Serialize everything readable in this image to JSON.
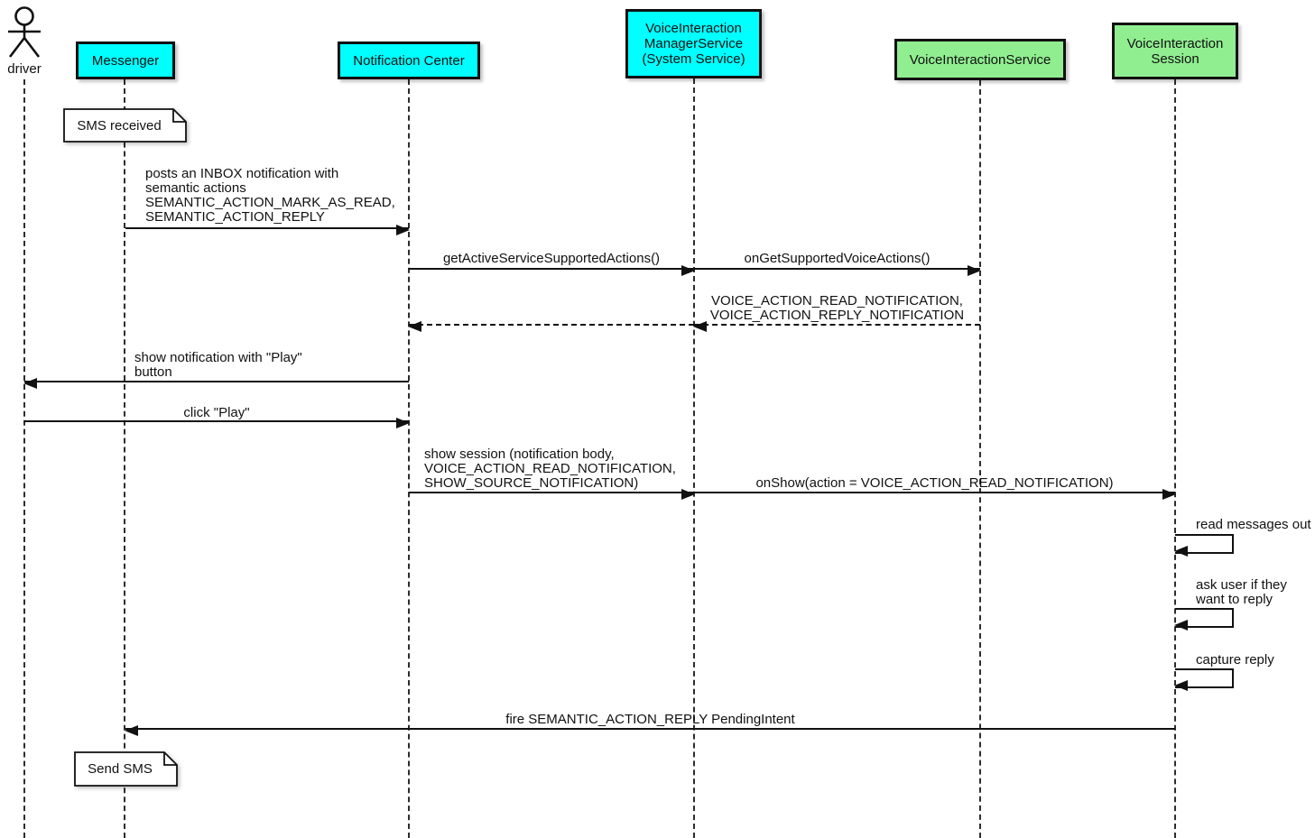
{
  "diagram_type": "uml-sequence-diagram",
  "colors": {
    "participant_cyan": "#00FFFF",
    "participant_green": "#90EE90",
    "line": "#111111",
    "note_background": "#FFFFFF",
    "background": "#FFFFFF"
  },
  "participants": {
    "driver": {
      "label": "driver",
      "type": "actor"
    },
    "messenger": {
      "label": "Messenger",
      "fill": "#00FFFF"
    },
    "notification_center": {
      "label": "Notification Center",
      "fill": "#00FFFF"
    },
    "voice_interaction_manager_service": {
      "label": "VoiceInteraction\nManagerService\n(System Service)",
      "fill": "#00FFFF"
    },
    "voice_interaction_service": {
      "label": "VoiceInteractionService",
      "fill": "#90EE90"
    },
    "voice_interaction_session": {
      "label": "VoiceInteraction\nSession",
      "fill": "#90EE90"
    }
  },
  "notes": {
    "sms_received": {
      "label": "SMS received",
      "attached_to": "Messenger"
    },
    "send_sms": {
      "label": "Send SMS",
      "attached_to": "Messenger"
    }
  },
  "messages": {
    "post_inbox_notification": {
      "from": "Messenger",
      "to": "Notification Center",
      "style": "solid",
      "label": "posts an INBOX notification with\nsemantic actions\nSEMANTIC_ACTION_MARK_AS_READ,\nSEMANTIC_ACTION_REPLY"
    },
    "get_active_service_supported_actions": {
      "from": "Notification Center",
      "to": "VoiceInteractionManagerService",
      "style": "solid",
      "label": "getActiveServiceSupportedActions()"
    },
    "on_get_supported_voice_actions": {
      "from": "VoiceInteractionManagerService",
      "to": "VoiceInteractionService",
      "style": "solid",
      "label": "onGetSupportedVoiceActions()"
    },
    "supported_actions_return": {
      "from": "VoiceInteractionService",
      "to": "VoiceInteractionManagerService",
      "style": "dashed",
      "label": "VOICE_ACTION_READ_NOTIFICATION,\nVOICE_ACTION_REPLY_NOTIFICATION"
    },
    "supported_actions_return_relay": {
      "from": "VoiceInteractionManagerService",
      "to": "Notification Center",
      "style": "dashed",
      "label": ""
    },
    "show_notification": {
      "from": "Notification Center",
      "to": "driver",
      "style": "solid",
      "label": "show notification with \"Play\"\nbutton"
    },
    "click_play": {
      "from": "driver",
      "to": "Notification Center",
      "style": "solid",
      "label": "click \"Play\""
    },
    "show_session": {
      "from": "Notification Center",
      "to": "VoiceInteractionManagerService",
      "style": "solid",
      "label": "show session (notification body,\nVOICE_ACTION_READ_NOTIFICATION,\nSHOW_SOURCE_NOTIFICATION)"
    },
    "on_show": {
      "from": "VoiceInteractionManagerService",
      "to": "VoiceInteractionSession",
      "style": "solid",
      "label": "onShow(action = VOICE_ACTION_READ_NOTIFICATION)"
    },
    "read_messages_out": {
      "from": "VoiceInteractionSession",
      "to": "VoiceInteractionSession",
      "style": "self",
      "label": "read messages out"
    },
    "ask_user_reply": {
      "from": "VoiceInteractionSession",
      "to": "VoiceInteractionSession",
      "style": "self",
      "label": "ask user if they\nwant to reply"
    },
    "capture_reply": {
      "from": "VoiceInteractionSession",
      "to": "VoiceInteractionSession",
      "style": "self",
      "label": "capture reply"
    },
    "fire_pending_intent": {
      "from": "VoiceInteractionSession",
      "to": "Messenger",
      "style": "solid",
      "label": "fire SEMANTIC_ACTION_REPLY PendingIntent"
    }
  }
}
